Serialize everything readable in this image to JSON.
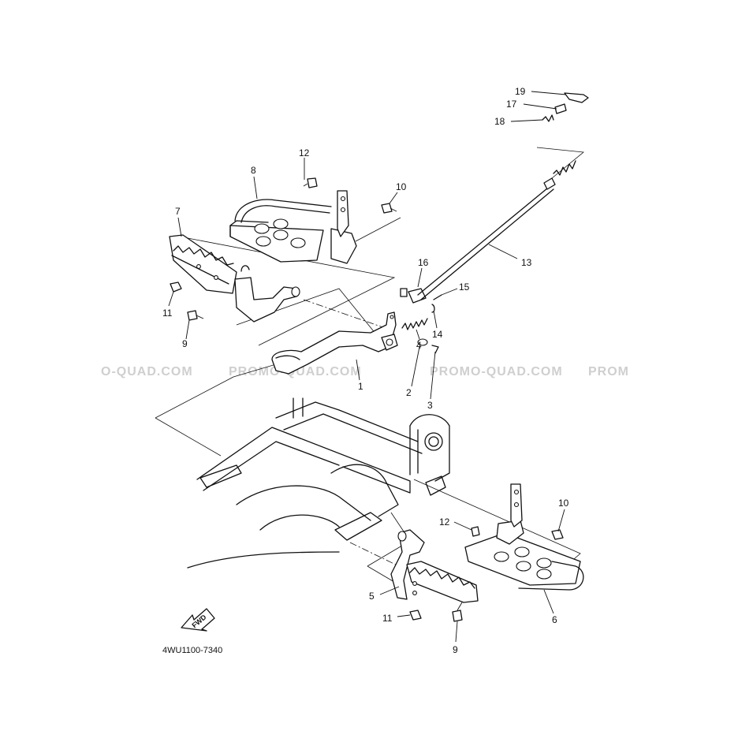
{
  "diagram": {
    "part_number": "4WU1100-7340",
    "fwd_label": "FWD",
    "watermarks": [
      "O-QUAD.COM",
      "PROMO-QUAD.COM",
      "PROMO-QUAD.COM",
      "PROM"
    ],
    "callouts": {
      "c1": "1",
      "c2": "2",
      "c3": "3",
      "c4": "4",
      "c5": "5",
      "c6": "6",
      "c7": "7",
      "c8": "8",
      "c9a": "9",
      "c9b": "9",
      "c10a": "10",
      "c10b": "10",
      "c11a": "11",
      "c11b": "11",
      "c12a": "12",
      "c12b": "12",
      "c13": "13",
      "c14": "14",
      "c15": "15",
      "c16": "16",
      "c17": "17",
      "c18": "18",
      "c19": "19"
    }
  }
}
